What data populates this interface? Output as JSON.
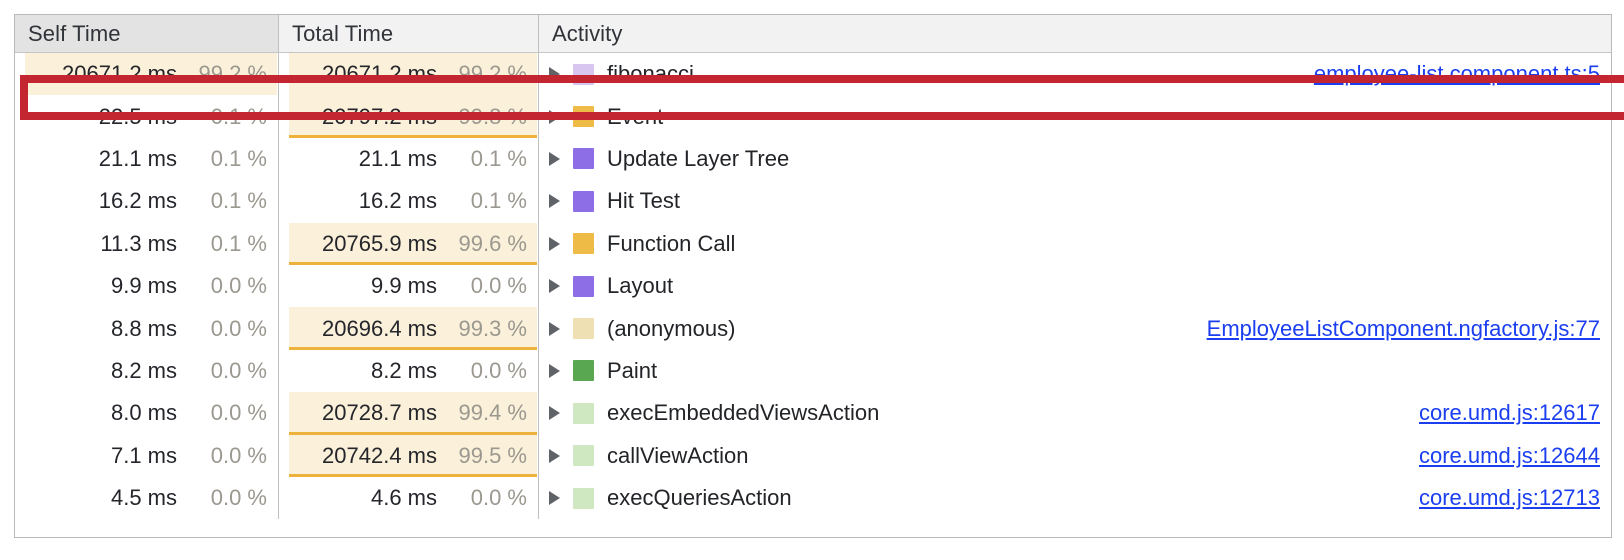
{
  "panel": {
    "type": "devtools-performance-bottom-up-table",
    "highlight_color": "#c32630",
    "link_color": "#1a3ef0",
    "bar_fill_color": "#fbf0d9",
    "bar_underline_color": "#ecb23c"
  },
  "columns": {
    "self_time": "Self Time",
    "total_time": "Total Time",
    "activity": "Activity"
  },
  "rows": [
    {
      "self_ms": "20671.2 ms",
      "self_pct": "99.2 %",
      "self_bar": true,
      "self_bar_underline": false,
      "total_ms": "20671.2 ms",
      "total_pct": "99.2 %",
      "total_bar": true,
      "total_bar_underline": false,
      "activity": "fibonacci",
      "swatch": "#d9c6f0",
      "link": "employee-list.component.ts:5",
      "highlighted": true
    },
    {
      "self_ms": "22.5 ms",
      "self_pct": "0.1 %",
      "self_bar": false,
      "self_bar_underline": false,
      "total_ms": "20797.2 ms",
      "total_pct": "99.8 %",
      "total_bar": true,
      "total_bar_underline": true,
      "activity": "Event",
      "swatch": "#eebb46",
      "link": "",
      "highlighted": false
    },
    {
      "self_ms": "21.1 ms",
      "self_pct": "0.1 %",
      "self_bar": false,
      "self_bar_underline": false,
      "total_ms": "21.1 ms",
      "total_pct": "0.1 %",
      "total_bar": false,
      "total_bar_underline": false,
      "activity": "Update Layer Tree",
      "swatch": "#8e6ee6",
      "link": "",
      "highlighted": false
    },
    {
      "self_ms": "16.2 ms",
      "self_pct": "0.1 %",
      "self_bar": false,
      "self_bar_underline": false,
      "total_ms": "16.2 ms",
      "total_pct": "0.1 %",
      "total_bar": false,
      "total_bar_underline": false,
      "activity": "Hit Test",
      "swatch": "#8e6ee6",
      "link": "",
      "highlighted": false
    },
    {
      "self_ms": "11.3 ms",
      "self_pct": "0.1 %",
      "self_bar": false,
      "self_bar_underline": false,
      "total_ms": "20765.9 ms",
      "total_pct": "99.6 %",
      "total_bar": true,
      "total_bar_underline": true,
      "activity": "Function Call",
      "swatch": "#eebb46",
      "link": "",
      "highlighted": false
    },
    {
      "self_ms": "9.9 ms",
      "self_pct": "0.0 %",
      "self_bar": false,
      "self_bar_underline": false,
      "total_ms": "9.9 ms",
      "total_pct": "0.0 %",
      "total_bar": false,
      "total_bar_underline": false,
      "activity": "Layout",
      "swatch": "#8e6ee6",
      "link": "",
      "highlighted": false
    },
    {
      "self_ms": "8.8 ms",
      "self_pct": "0.0 %",
      "self_bar": false,
      "self_bar_underline": false,
      "total_ms": "20696.4 ms",
      "total_pct": "99.3 %",
      "total_bar": true,
      "total_bar_underline": true,
      "activity": "(anonymous)",
      "swatch": "#efe0b4",
      "link": "EmployeeListComponent.ngfactory.js:77",
      "highlighted": false
    },
    {
      "self_ms": "8.2 ms",
      "self_pct": "0.0 %",
      "self_bar": false,
      "self_bar_underline": false,
      "total_ms": "8.2 ms",
      "total_pct": "0.0 %",
      "total_bar": false,
      "total_bar_underline": false,
      "activity": "Paint",
      "swatch": "#5aa css",
      "link": "",
      "highlighted": false
    },
    {
      "self_ms": "8.0 ms",
      "self_pct": "0.0 %",
      "self_bar": false,
      "self_bar_underline": false,
      "total_ms": "20728.7 ms",
      "total_pct": "99.4 %",
      "total_bar": true,
      "total_bar_underline": true,
      "activity": "execEmbeddedViewsAction",
      "swatch": "#cfe8c2",
      "link": "core.umd.js:12617",
      "highlighted": false
    },
    {
      "self_ms": "7.1 ms",
      "self_pct": "0.0 %",
      "self_bar": false,
      "self_bar_underline": false,
      "total_ms": "20742.4 ms",
      "total_pct": "99.5 %",
      "total_bar": true,
      "total_bar_underline": true,
      "activity": "callViewAction",
      "swatch": "#cfe8c2",
      "link": "core.umd.js:12644",
      "highlighted": false
    },
    {
      "self_ms": "4.5 ms",
      "self_pct": "0.0 %",
      "self_bar": false,
      "self_bar_underline": false,
      "total_ms": "4.6 ms",
      "total_pct": "0.0 %",
      "total_bar": false,
      "total_bar_underline": false,
      "activity": "execQueriesAction",
      "swatch": "#cfe8c2",
      "link": "core.umd.js:12713",
      "highlighted": false
    }
  ],
  "swatch_overrides": {
    "paint": "#5aa752"
  }
}
